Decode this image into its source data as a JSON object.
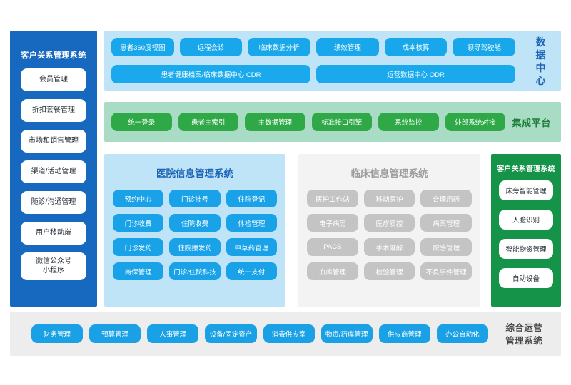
{
  "colors": {
    "sidebar_blue": "#1769C0",
    "data_center_band": "#BFE3F7",
    "data_center_chip": "#17A7EA",
    "integration_band": "#A9DCC4",
    "integration_chip": "#2FA948",
    "his_chip": "#19A2E8",
    "cis_panel": "#F3F3F3",
    "cis_chip": "#C4C4C4",
    "crm_green": "#159349",
    "ops_band": "#EDEDED",
    "ops_chip": "#1AA0E5"
  },
  "crm_sidebar": {
    "title": "客户关系管理系统",
    "items": [
      {
        "label": "会员管理"
      },
      {
        "label": "折扣套餐管理"
      },
      {
        "label": "市场和销售管理"
      },
      {
        "label": "渠道/活动管理"
      },
      {
        "label": "随诊/沟通管理"
      },
      {
        "label": "用户移动端"
      },
      {
        "label": "微信公众号\n小程序",
        "line1": "微信公众号",
        "line2": "小程序"
      }
    ]
  },
  "data_center": {
    "label": "数据中心",
    "chips": [
      "患者360度视图",
      "远程会诊",
      "临床数据分析",
      "绩效管理",
      "成本核算",
      "领导驾驶舱"
    ],
    "bars": [
      "患者健康档案/临床数据中心 CDR",
      "运营数据中心 ODR"
    ]
  },
  "integration_platform": {
    "label": "集成平台",
    "chips": [
      "统一登录",
      "患者主索引",
      "主数据管理",
      "标准接口引擎",
      "系统监控",
      "外部系统对接"
    ]
  },
  "his_panel": {
    "title": "医院信息管理系统",
    "cells": [
      "预约中心",
      "门诊挂号",
      "住院登记",
      "门诊收费",
      "住院收费",
      "体检管理",
      "门诊发药",
      "住院摆发药",
      "中草药管理",
      "商保管理",
      "门诊/住院科技",
      "统一支付"
    ]
  },
  "cis_panel": {
    "title": "临床信息管理系统",
    "cells": [
      "医护工作站",
      "移动医护",
      "合理用药",
      "电子病历",
      "医疗质控",
      "病案管理",
      "PACS",
      "手术麻醉",
      "院感管理",
      "血库管理",
      "检验管理",
      "不良事件管理"
    ]
  },
  "crm_panel": {
    "title": "客户关系管理系统",
    "cells": [
      "床旁智能管理",
      "人脸识别",
      "智能物资管理",
      "自助设备"
    ]
  },
  "operations": {
    "label_line1": "综合运营",
    "label_line2": "管理系统",
    "chips": [
      "财务管理",
      "预算管理",
      "人事管理",
      "设备/固定资产",
      "消毒供应室",
      "物资/药库管理",
      "供应商管理",
      "办公自动化"
    ]
  }
}
